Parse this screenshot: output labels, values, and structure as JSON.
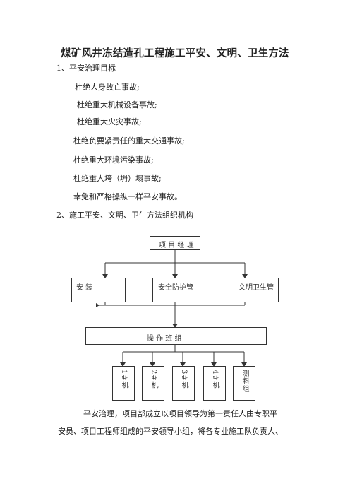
{
  "doc": {
    "title": "煤矿风井冻结造孔工程施工平安、文明、卫生方法",
    "section1": "1、平安治理目标",
    "goals": [
      "杜绝人身故亡事故;",
      "杜绝重大机械设备事故;",
      "杜绝重大火灾事故;",
      "杜绝负要紧责任的重大交通事故;",
      "杜绝重大环境污染事故;",
      "杜绝重大垮（坍）塌事故;",
      "幸免和严格操纵一样平安事故。"
    ],
    "section2": "2、施工平安、文明、卫生方法组织机构",
    "paragraph": [
      "平安治理，项目部成立以项目领导为第一责任人由专职平",
      "安员、项目工程师组成的平安领导小组，将各专业施工队负责人、"
    ]
  },
  "org": {
    "top": "项 目 经 理",
    "mid": [
      "安 装",
      "安全防护管",
      "文明卫生管"
    ],
    "team": "操    作    班    组",
    "bottom": [
      "1#机",
      "2#机",
      "3#机",
      "4#机",
      "测斜组"
    ]
  }
}
